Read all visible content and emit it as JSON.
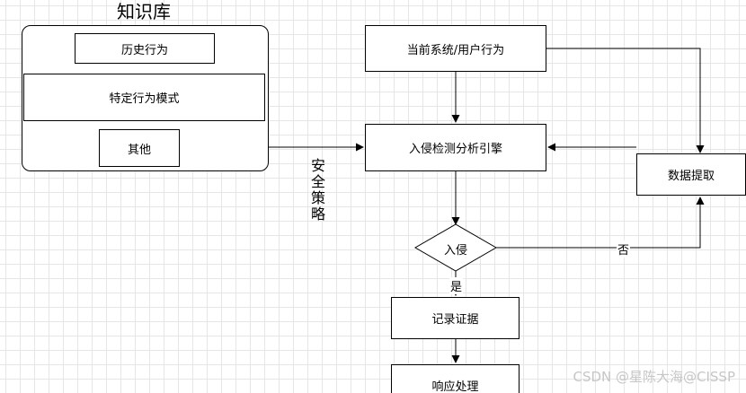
{
  "knowledge_base": {
    "title": "知识库",
    "items": [
      "历史行为",
      "特定行为模式",
      "其他"
    ]
  },
  "nodes": {
    "current_behavior": "当前系统/用户行为",
    "engine": "入侵检测分析引擎",
    "decision": "入侵",
    "data_extraction": "数据提取",
    "record_evidence": "记录证据",
    "response": "响应处理"
  },
  "edge_labels": {
    "security_policy": "安全策略",
    "no": "否",
    "yes": "是"
  },
  "watermark": "CSDN @星陈大海@CISSP",
  "colors": {
    "stroke": "#000000",
    "grid": "#e6e6e6",
    "background": "#ffffff",
    "watermark": "#c6c6c6"
  }
}
